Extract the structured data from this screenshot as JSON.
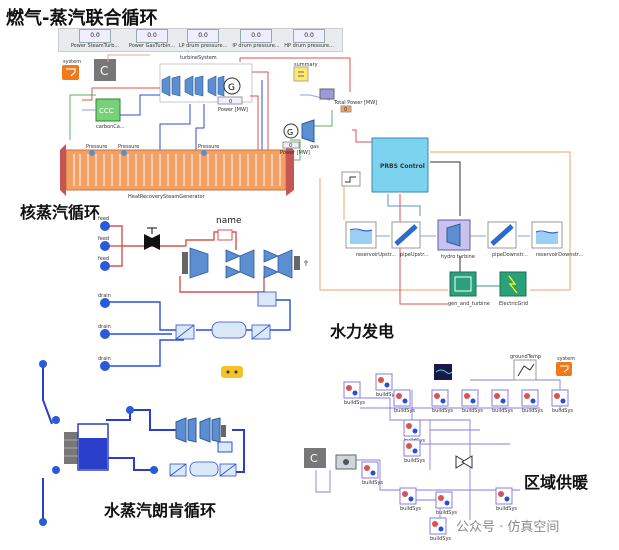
{
  "titles": {
    "gas_steam": "燃气-蒸汽联合循环",
    "nuclear": "核蒸汽循环",
    "hydro": "水力发电",
    "rankine": "水蒸汽朗肯循环",
    "district": "区域供暖"
  },
  "gas_steam": {
    "readouts": [
      {
        "value": "0.0",
        "label": "Power SteamTurb..."
      },
      {
        "value": "0.0",
        "label": "Power GasTurbin..."
      },
      {
        "value": "0.0",
        "label": "LP drum pressure..."
      },
      {
        "value": "0.0",
        "label": "IP drum pressure..."
      },
      {
        "value": "0.0",
        "label": "HP drum pressure..."
      }
    ],
    "system_label": "system",
    "c_label": "C",
    "turbine_label": "turbineSystem",
    "ccc_label": "CCC",
    "carbon_label": "carbonCa...",
    "power_value": "0",
    "power_label": "Power [MW]",
    "gas_power_value": "0",
    "gas_power_label": "Power [MW]",
    "summary_label": "summary",
    "hrsg_label": "HeatRecoverySteamGenerator",
    "pressure_labels": [
      "Pressure",
      "Pressure",
      "Pressure"
    ],
    "gas_label": "gas",
    "gt_power_value": "0",
    "gt_power_label": "Total Power [MW]"
  },
  "nuclear": {
    "name_label": "name",
    "feed_labels": [
      "feed",
      "feed",
      "feed"
    ],
    "drain_labels": [
      "drain",
      "drain",
      "drain"
    ]
  },
  "hydro": {
    "control_label": "PRBS Control",
    "component_labels": [
      "reservoirUpstr...",
      "pipeUpstr...",
      "hydro turbine",
      "pipeDownstr...",
      "reservoirDownstr..."
    ],
    "lower_labels": [
      "gen_and_turbine",
      "ElectricGrid"
    ]
  },
  "district": {
    "ground_label": "groundTemp",
    "system_label": "system",
    "c_label": "C",
    "building_label": "buildSys",
    "node_labels": [
      "buildSys",
      "buildSys",
      "buildSys",
      "buildSys",
      "buildSys",
      "buildSys",
      "buildSys",
      "buildSys",
      "buildSys",
      "buildSys",
      "buildSys",
      "buildSys",
      "buildSys",
      "buildSys",
      "buildSys"
    ]
  },
  "watermark": "公众号 · 仿真空间",
  "colors": {
    "pipe_red": "#d9534f",
    "pipe_blue": "#2a4fd6",
    "turbine_blue": "#5b8fd1",
    "hrsg_orange": "#f4a064",
    "control_cyan": "#7cd3f0",
    "gen_green": "#2aa17a",
    "system_orange": "#f07a1a"
  }
}
